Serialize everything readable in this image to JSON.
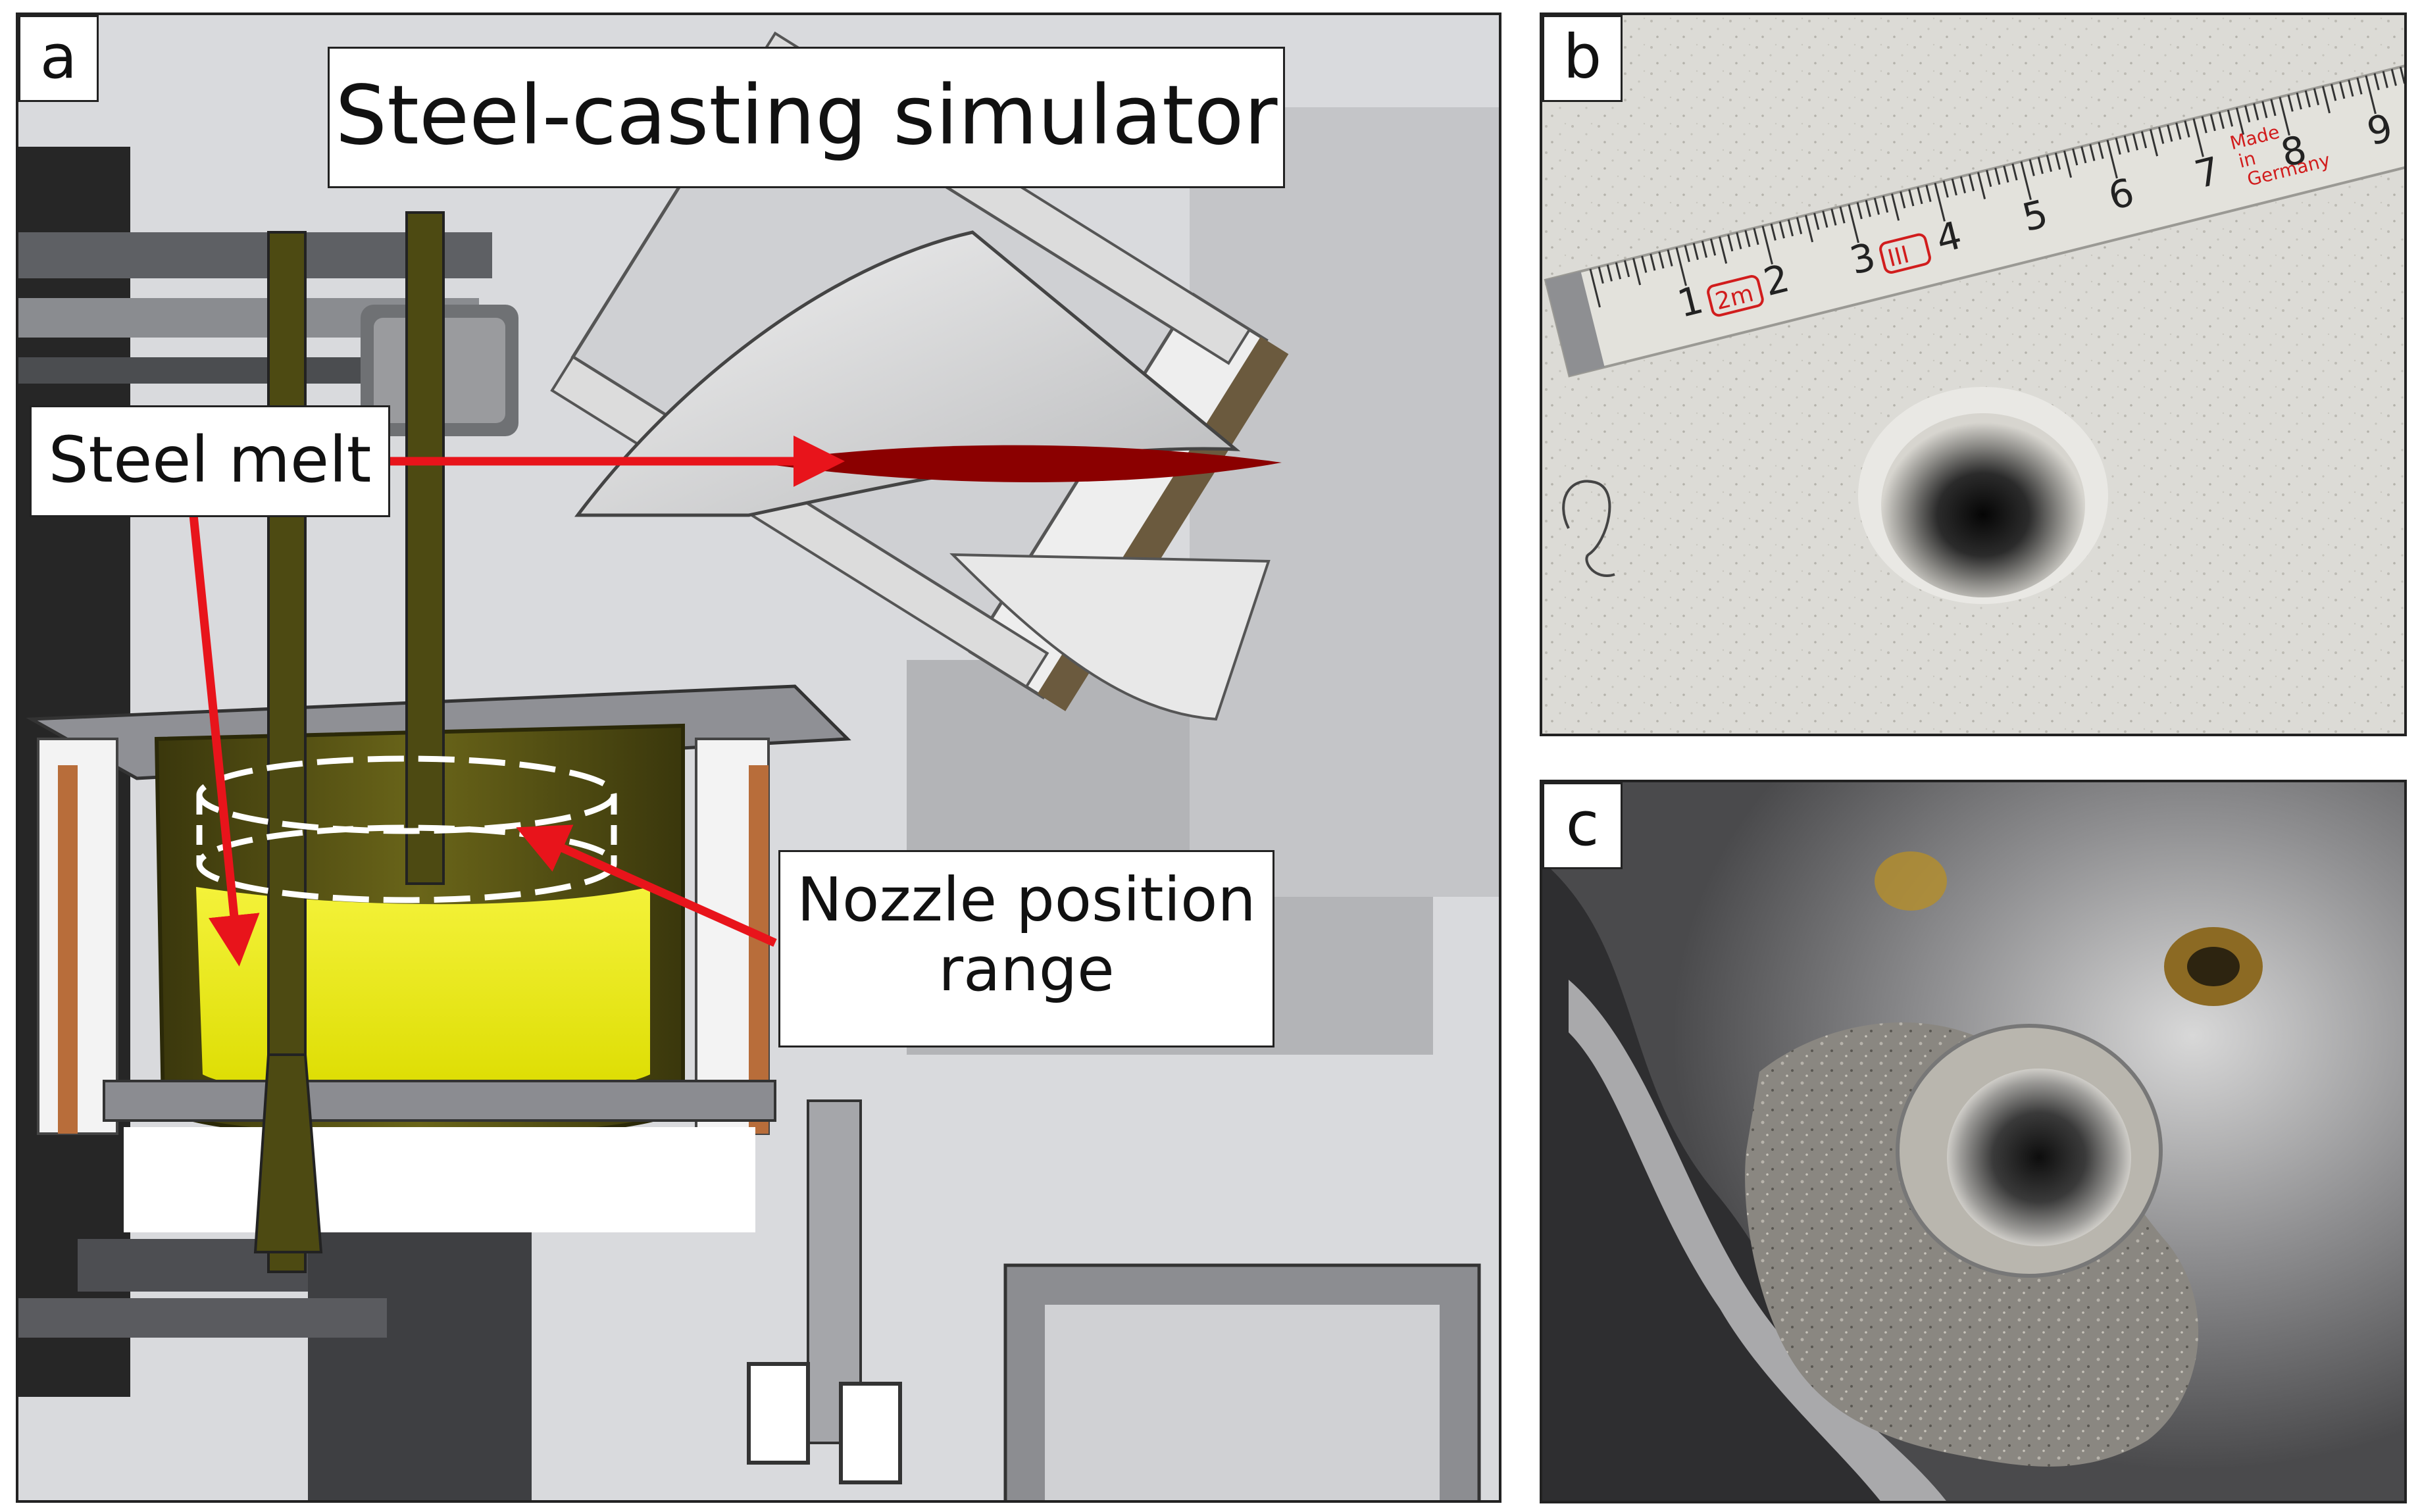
{
  "panels": {
    "a": {
      "letter": "a",
      "title": "Steel-casting simulator",
      "callouts": {
        "steel_melt": "Steel melt",
        "nozzle_line1": "Nozzle position",
        "nozzle_line2": "range"
      }
    },
    "b": {
      "letter": "b",
      "ruler": {
        "numbers": [
          "1",
          "2",
          "3",
          "4",
          "5",
          "6",
          "7",
          "8",
          "9"
        ],
        "stamp_2m": "2m",
        "stamp_iii": "III",
        "maker_line1": "Made",
        "maker_line2": "in",
        "maker_line3": "Germany"
      }
    },
    "c": {
      "letter": "c"
    }
  },
  "colors": {
    "arrow": "#e8141b",
    "melt": "#e8e800",
    "crucible": "#4d4a12",
    "hot_chamber": "#8b0000"
  }
}
